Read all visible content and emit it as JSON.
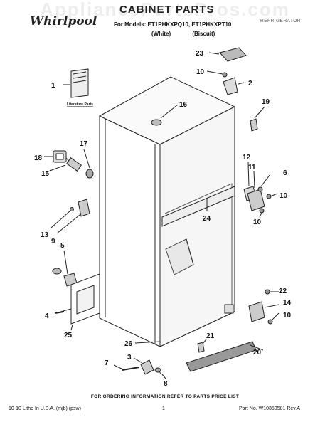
{
  "header": {
    "watermark": "AppliancePartsPros.com",
    "brand": "Whirlpool",
    "title": "CABINET PARTS",
    "models_line": "For Models: ET1PHKXPQ10, ET1PHKXPT10",
    "colors": "(White) (Biscuit)",
    "right_note": "REFRIGERATOR"
  },
  "literature_label": "Literature Parts",
  "callouts": [
    "1",
    "2",
    "3",
    "4",
    "5",
    "6",
    "7",
    "8",
    "9",
    "10",
    "10",
    "10",
    "10",
    "11",
    "12",
    "13",
    "14",
    "15",
    "16",
    "17",
    "18",
    "19",
    "20",
    "21",
    "22",
    "23",
    "24",
    "25",
    "26"
  ],
  "footer": {
    "order_note": "FOR ORDERING INFORMATION REFER TO PARTS PRICE LIST",
    "left": "10-10 Litho In U.S.A. (mjb) (psw)",
    "page": "1",
    "right": "Part No. W10350581 Rev.A"
  }
}
